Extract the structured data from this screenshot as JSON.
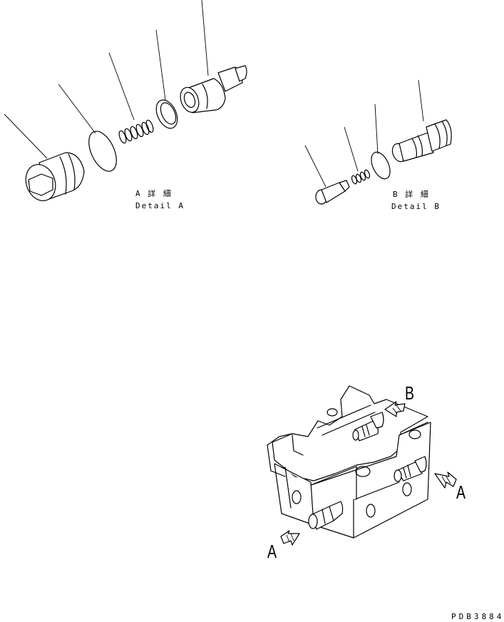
{
  "labels": {
    "detail_a_jp": "A 詳 細",
    "detail_a_en": "Detail A",
    "detail_b_jp": "B 詳 細",
    "detail_b_en": "Detail B",
    "arrow_b": "B",
    "arrow_a_right": "A",
    "arrow_a_left": "A",
    "drawing_code": "PDB3884"
  }
}
